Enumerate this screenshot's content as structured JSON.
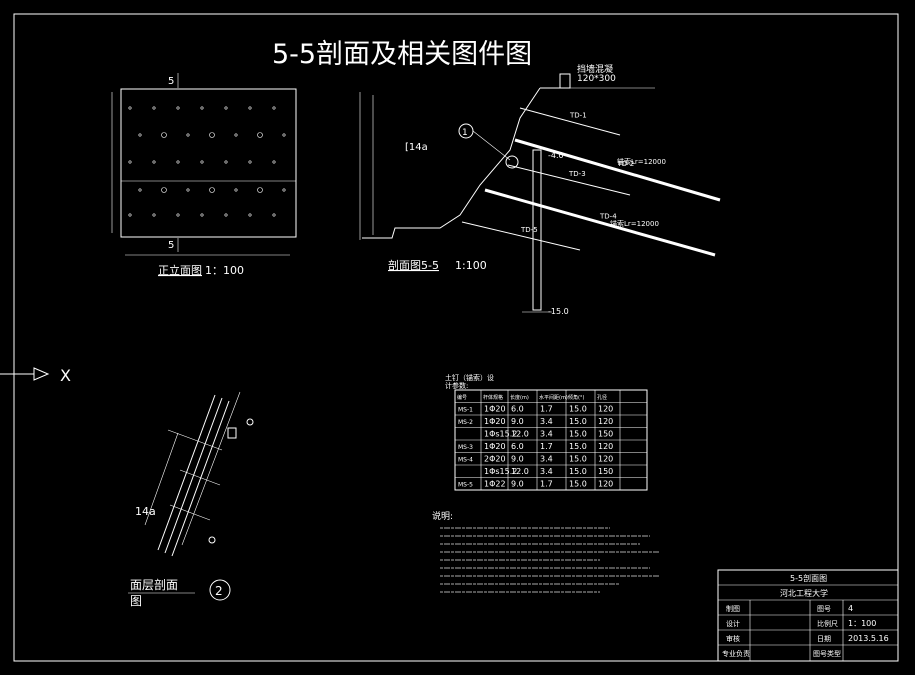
{
  "title": "5-5剖面及相关图件图",
  "elevation_view": {
    "label": "正立面图",
    "scale": "1：100",
    "section_mark_top": "5",
    "section_mark_bottom": "5"
  },
  "section_view": {
    "label": "剖面图5-5",
    "scale": "1:100",
    "top_note": "挡墙混凝",
    "top_size": "120*300",
    "steel_label": "[14a",
    "anchors": [
      "TD-1",
      "TD-2",
      "TD-3",
      "TD-4",
      "TD-5"
    ],
    "elev_minus4": "-4.0",
    "elev_minus15": "-15.0",
    "detail_ref": "1",
    "anchor_note_1": "锚索Lr=12000",
    "anchor_note_2": "锚索Lr=12000"
  },
  "axis_marker": "X",
  "face_detail": {
    "label_line1": "面层剖面",
    "label_line2": "图",
    "ref": "2",
    "steel_label": "14a"
  },
  "anchor_table": {
    "caption": "土钉（锚索）设",
    "sub_caption": "计参数:",
    "headers": [
      "编号",
      "杆体规格",
      "长度(m)",
      "水平间距(m)",
      "倾角(°)",
      "孔径"
    ],
    "rows": [
      [
        "MS-1",
        "1Φ20",
        "6.0",
        "1.7",
        "15.0",
        "120"
      ],
      [
        "MS-2",
        "1Φ20",
        "9.0",
        "3.4",
        "15.0",
        "120"
      ],
      [
        "",
        "1Φs15.2",
        "12.0",
        "3.4",
        "15.0",
        "150"
      ],
      [
        "MS-3",
        "1Φ20",
        "6.0",
        "1.7",
        "15.0",
        "120"
      ],
      [
        "MS-4",
        "2Φ20",
        "9.0",
        "3.4",
        "15.0",
        "120"
      ],
      [
        "",
        "1Φs15.2",
        "12.0",
        "3.4",
        "15.0",
        "150"
      ],
      [
        "MS-5",
        "1Φ22",
        "9.0",
        "1.7",
        "15.0",
        "120"
      ]
    ]
  },
  "notes_title": "说明:",
  "title_block": {
    "header": "5-5剖面图",
    "org": "河北工程大学",
    "row_labels": [
      "制图",
      "设计",
      "审核",
      "专业负责"
    ],
    "field_labels": [
      "图号",
      "比例尺",
      "日期",
      "图号类型"
    ],
    "field_values": [
      "4",
      "1：100",
      "2013.5.16",
      ""
    ]
  },
  "colors": {
    "background": "#000000",
    "line": "#ffffff"
  }
}
